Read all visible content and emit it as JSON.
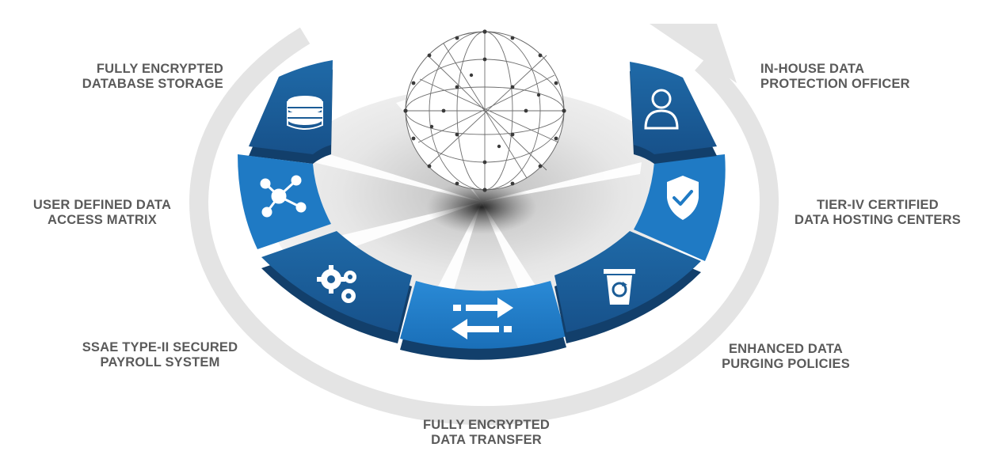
{
  "labels": {
    "database_storage": [
      "FULLY ENCRYPTED",
      "DATABASE STORAGE"
    ],
    "access_matrix": [
      "USER DEFINED DATA",
      "ACCESS MATRIX"
    ],
    "payroll": [
      "SSAE TYPE-II SECURED",
      "PAYROLL SYSTEM"
    ],
    "data_transfer": [
      "FULLY ENCRYPTED",
      "DATA TRANSFER"
    ],
    "purging": [
      "ENHANCED DATA",
      "PURGING POLICIES"
    ],
    "hosting": [
      "TIER-IV CERTIFIED",
      "DATA HOSTING CENTERS"
    ],
    "dpo": [
      "IN-HOUSE DATA",
      "PROTECTION OFFICER"
    ]
  },
  "segments": [
    {
      "name": "database",
      "icon": "database-icon",
      "shade": "dark"
    },
    {
      "name": "network",
      "icon": "network-hub-icon",
      "shade": "light"
    },
    {
      "name": "gears",
      "icon": "gears-icon",
      "shade": "dark"
    },
    {
      "name": "transfer",
      "icon": "transfer-arrows-icon",
      "shade": "light"
    },
    {
      "name": "recycle",
      "icon": "recycle-bin-icon",
      "shade": "dark"
    },
    {
      "name": "shield",
      "icon": "shield-check-icon",
      "shade": "light"
    },
    {
      "name": "user",
      "icon": "user-icon",
      "shade": "dark"
    }
  ],
  "colors": {
    "dark_blue": "#1b5c96",
    "light_blue": "#1f7ac4",
    "side_blue": "#123f6b",
    "arrow_gray": "#e4e4e4",
    "label_gray": "#5a5a5a"
  }
}
